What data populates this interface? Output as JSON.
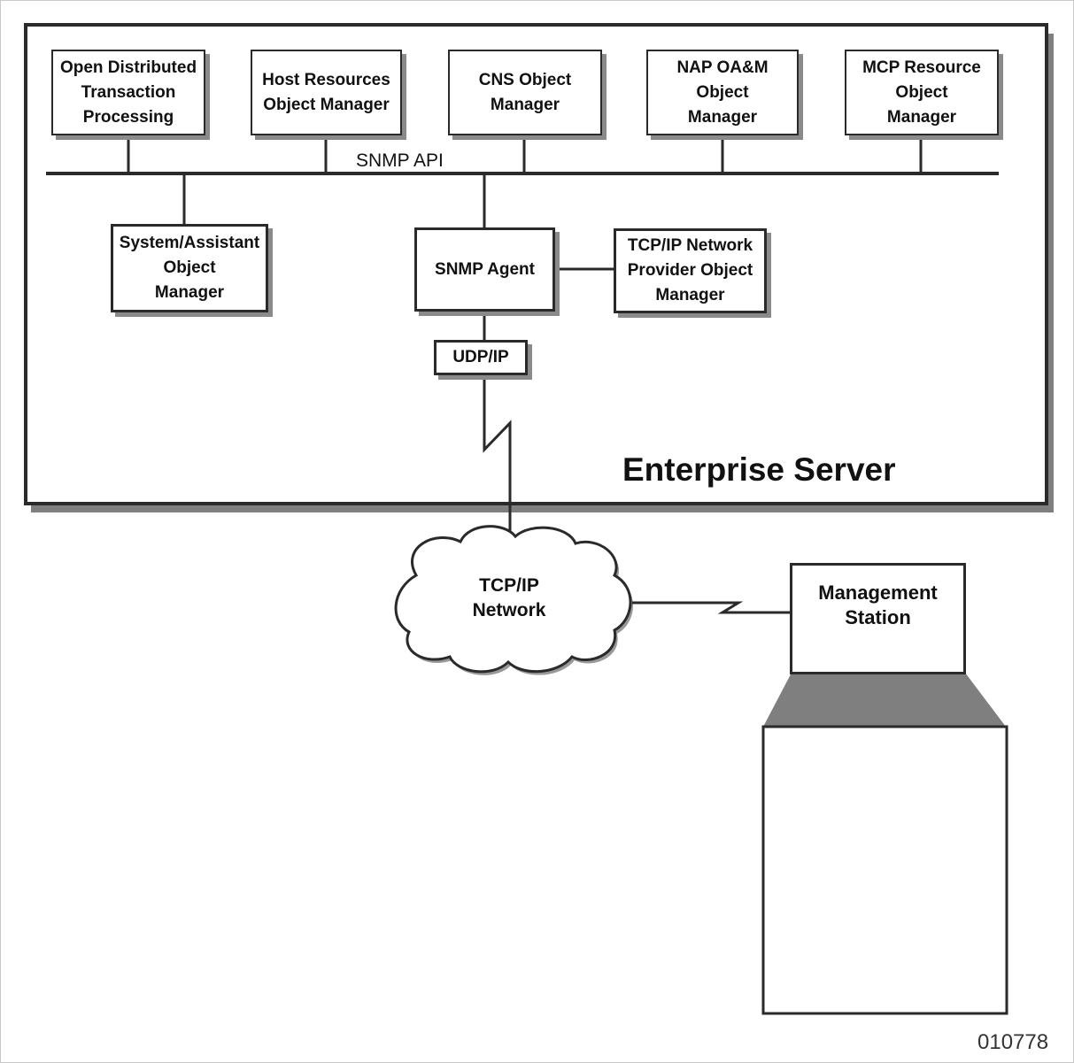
{
  "diagram": {
    "container_label": "Enterprise Server",
    "bus_label": "SNMP API",
    "object_managers_top": [
      {
        "lines": [
          "Open Distributed",
          "Transaction",
          "Processing"
        ]
      },
      {
        "lines": [
          "Host Resources",
          "Object Manager"
        ]
      },
      {
        "lines": [
          "CNS Object",
          "Manager"
        ]
      },
      {
        "lines": [
          "NAP OA&M",
          "Object",
          "Manager"
        ]
      },
      {
        "lines": [
          "MCP Resource",
          "Object",
          "Manager"
        ]
      }
    ],
    "system_assistant": {
      "lines": [
        "System/Assistant",
        "Object",
        "Manager"
      ]
    },
    "snmp_agent": {
      "lines": [
        "SNMP Agent"
      ]
    },
    "tcpip_provider": {
      "lines": [
        "TCP/IP Network",
        "Provider Object",
        "Manager"
      ]
    },
    "udp_ip": {
      "lines": [
        "UDP/IP"
      ]
    },
    "network_cloud": {
      "lines": [
        "TCP/IP",
        "Network"
      ]
    },
    "management_station": {
      "lines": [
        "Management",
        "Station"
      ]
    },
    "figure_id": "010778",
    "colors": {
      "line": "#2a2a2a",
      "shadow": "#8a8a8a",
      "monitor_neck": "#7f7f7f"
    }
  }
}
